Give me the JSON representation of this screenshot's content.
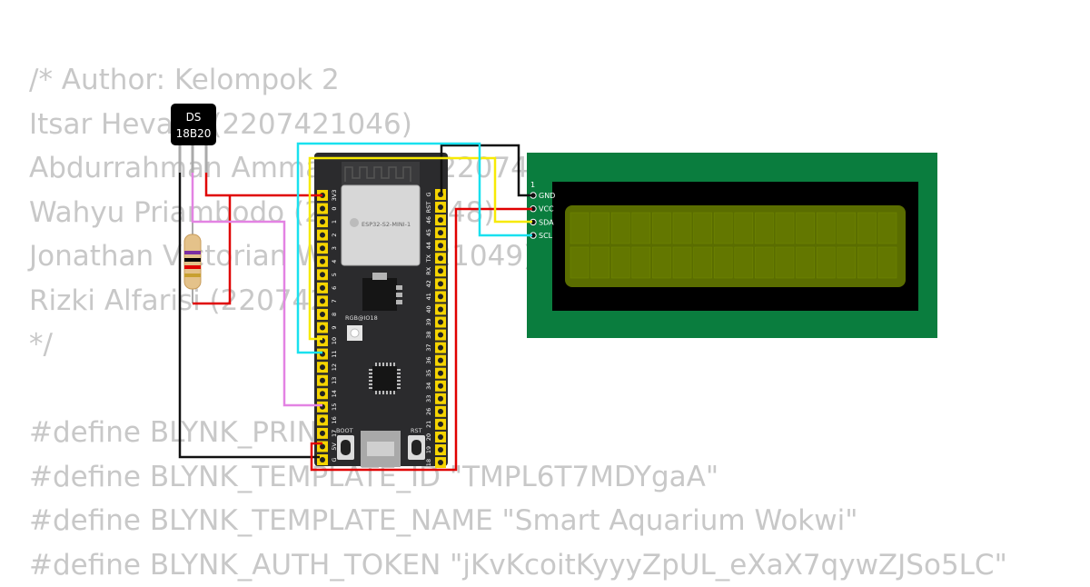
{
  "code_lines": [
    "/* Author: Kelompok 2",
    "Itsar Hevara (2207421046)",
    "Abdurrahman Ammar Ihsan (2207421047)",
    "Wahyu Priambodo (2207421048)",
    "Jonathan Victorian W (2207421049)",
    "Rizki Alfarisi (2207421050)",
    "*/",
    "",
    "#define BLYNK_PRINT Serial",
    "#define BLYNK_TEMPLATE_ID \"TMPL6T7MDYgaA\"",
    "#define BLYNK_TEMPLATE_NAME \"Smart Aquarium Wokwi\"",
    "#define BLYNK_AUTH_TOKEN \"jKvKcoitKyyyZpUL_eXaX7qywZJSo5LC\""
  ],
  "sensor": {
    "line1": "DS",
    "line2": "18B20"
  },
  "board": {
    "module_label": "ESP32-S2-MINI-1",
    "rgb_label": "RGB@IO18",
    "boot_label": "BOOT",
    "rst_label": "RST",
    "left_pins": [
      "3V3",
      "0",
      "1",
      "2",
      "3",
      "4",
      "5",
      "6",
      "7",
      "8",
      "9",
      "10",
      "11",
      "12",
      "13",
      "14",
      "15",
      "16",
      "17",
      "5V",
      "G"
    ],
    "right_pins": [
      "G",
      "RST",
      "46",
      "45",
      "44",
      "TX",
      "RX",
      "42",
      "41",
      "40",
      "39",
      "38",
      "37",
      "36",
      "35",
      "34",
      "33",
      "26",
      "21",
      "20",
      "19",
      "18"
    ]
  },
  "lcd": {
    "pin_one": "1",
    "pins": [
      "GND",
      "VCC",
      "SDA",
      "SCL"
    ]
  },
  "colors": {
    "code_text": "#c8c8c8",
    "board": "#2b2b2d",
    "pin_header": "#f5d400",
    "lcd_pcb": "#0a7d3e",
    "lcd_screen": "#5a6d00",
    "wire_red": "#e00000",
    "wire_black": "#111111",
    "wire_cyan": "#19e1ef",
    "wire_yellow": "#f7ea05",
    "wire_violet": "#e383e3"
  }
}
